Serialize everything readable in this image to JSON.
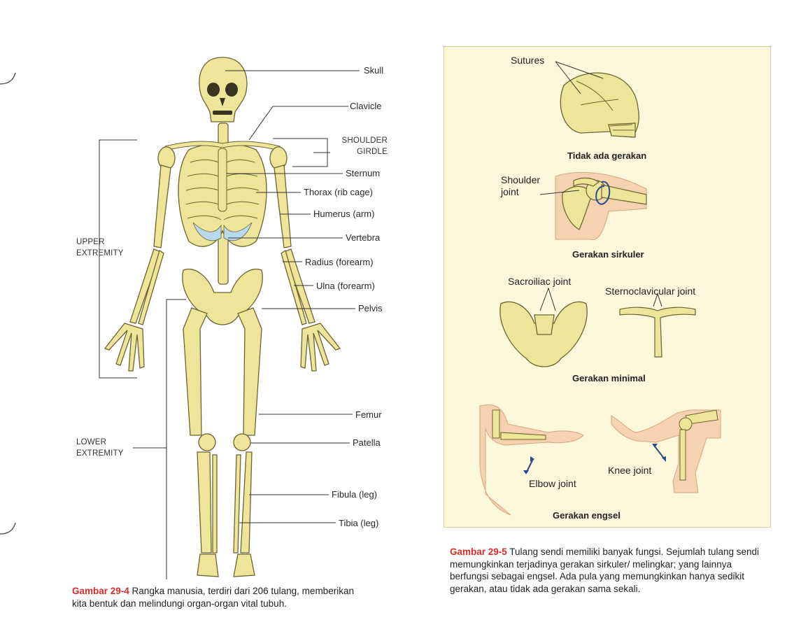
{
  "left_figure": {
    "labels_right": {
      "skull": "Skull",
      "clavicle": "Clavicle",
      "shoulder_girdle_1": "SHOULDER",
      "shoulder_girdle_2": "GIRDLE",
      "sternum": "Sternum",
      "thorax": "Thorax (rib cage)",
      "humerus": "Humerus (arm)",
      "vertebra": "Vertebra",
      "radius": "Radius (forearm)",
      "ulna": "Ulna (forearm)",
      "pelvis": "Pelvis",
      "femur": "Femur",
      "patella": "Patella",
      "fibula": "Fibula (leg)",
      "tibia": "Tibia (leg)"
    },
    "labels_left": {
      "upper_1": "UPPER",
      "upper_2": "EXTREMITY",
      "lower_1": "LOWER",
      "lower_2": "EXTREMITY"
    },
    "caption": {
      "figure_number": "Gambar 29-4",
      "text": " Rangka manusia, terdiri dari 206 tulang, memberikan kita bentuk dan melindungi organ-organ vital tubuh."
    }
  },
  "right_figure": {
    "sutures": "Sutures",
    "no_movement": "Tidak ada gerakan",
    "shoulder_joint_1": "Shoulder",
    "shoulder_joint_2": "joint",
    "circular_movement": "Gerakan sirkuler",
    "sacroiliac": "Sacroiliac joint",
    "sternoclavicular": "Sternoclavicular joint",
    "minimal_movement": "Gerakan minimal",
    "knee_joint": "Knee joint",
    "elbow_joint": "Elbow joint",
    "hinge_movement": "Gerakan engsel",
    "caption": {
      "figure_number": "Gambar 29-5",
      "text": " Tulang sendi memiliki banyak fungsi. Sejumlah tulang sendi memungkinkan terjadinya gerakan sirkuler/ melingkar; yang lainnya berfungsi sebagai engsel. Ada pula yang memungkinkan hanya sedikit gerakan, atau tidak ada gerakan sama sekali."
    }
  },
  "colors": {
    "bone": "#efe59a",
    "bone_stroke": "#6b6430",
    "cartilage": "#b9d9ef",
    "panel_bg": "#fdf7dc",
    "caption_red": "#d92b2b",
    "skin": "#f6d3b0"
  }
}
